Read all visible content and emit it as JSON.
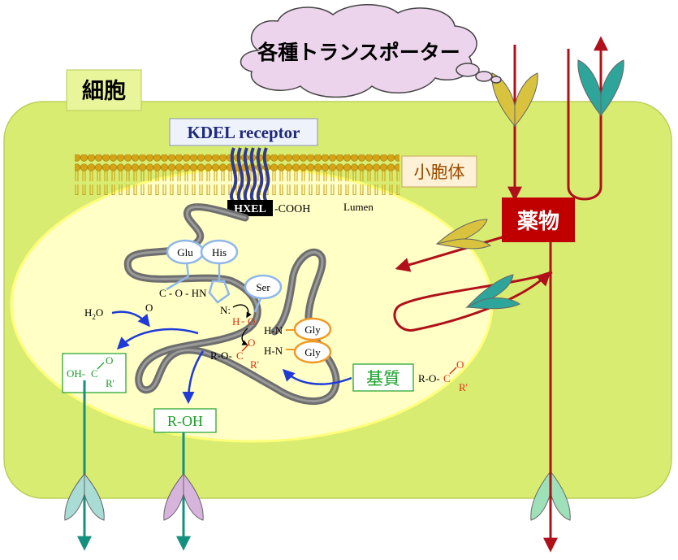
{
  "labels": {
    "cell": "細胞",
    "er": "小胞体",
    "transporters": "各種トランスポーター",
    "drug": "薬物",
    "kdel_receptor": "KDEL receptor",
    "hxel": "HXEL",
    "cooh": "-COOH",
    "lumen": "Lumen",
    "substrate": "基質",
    "product_alcohol": "R-OH"
  },
  "residues": {
    "glu": "Glu",
    "his": "His",
    "ser": "Ser",
    "gly1": "Gly",
    "gly2": "Gly"
  },
  "chem": {
    "water": "H",
    "water_sub": "2",
    "water_end": "O",
    "c_o_hn": "C - O - HN",
    "o_glu": "O",
    "n_his": "N:",
    "h": "H",
    "dash": "-",
    "o_ser": "O",
    "hn1": "H-N",
    "hn2": "H-N",
    "ro": "R-O-",
    "c": "C",
    "o_top": "O",
    "r_prime": "R'",
    "acid_oh": "OH-",
    "acid_c": "C",
    "acid_o": "O",
    "acid_r": "R'",
    "sub_ro": "R-O-",
    "sub_c": "C",
    "sub_o": "O",
    "sub_r": "R'"
  },
  "colors": {
    "cell_fill": "#d9ec72",
    "er_fill": "#ffffc6",
    "drug_box": "#c00000",
    "transport_arrow": "#b0101a",
    "efflux_arrow": "#14907f",
    "substrate_arrow": "#1f3ad6",
    "kdel_receptor": "#323a94",
    "ester_red": "#e03010",
    "green_label": "#19a028"
  },
  "icons": [
    "cloud-icon",
    "transporter-icon",
    "protein-backbone-icon"
  ]
}
